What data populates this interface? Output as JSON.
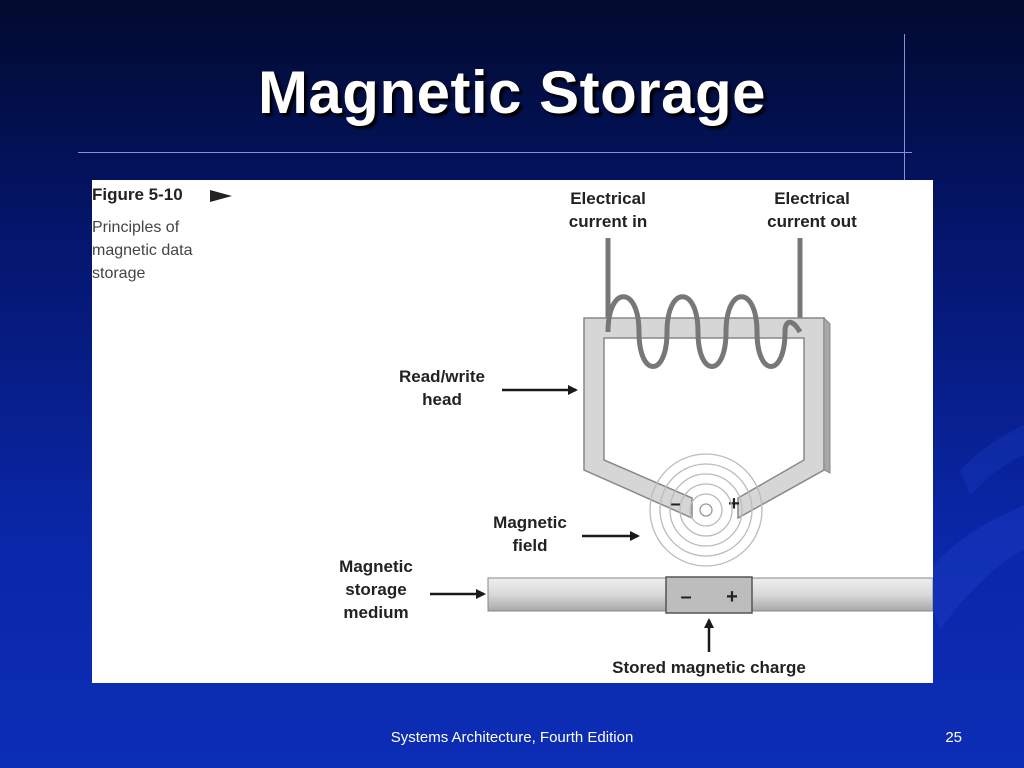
{
  "slide": {
    "title": "Magnetic Storage",
    "footer_text": "Systems Architecture, Fourth Edition",
    "page_number": "25"
  },
  "figure": {
    "number": "Figure 5-10",
    "caption_lines": [
      "Principles of",
      "magnetic data",
      "storage"
    ],
    "labels": {
      "current_in": [
        "Electrical",
        "current in"
      ],
      "current_out": [
        "Electrical",
        "current out"
      ],
      "read_write_head": [
        "Read/write",
        "head"
      ],
      "magnetic_field": [
        "Magnetic",
        "field"
      ],
      "storage_medium": [
        "Magnetic",
        "storage",
        "medium"
      ],
      "stored_charge": "Stored magnetic charge"
    },
    "head_polarity": {
      "minus": "–",
      "plus": "+"
    },
    "medium_polarity": {
      "minus": "–",
      "plus": "+"
    }
  },
  "colors": {
    "background_top": "#020a2e",
    "background_bottom": "#0c2db6",
    "title_text": "#ffffff",
    "rule_line": "#8b8fd6",
    "figure_background": "#ffffff",
    "head_fill": "#d6d6d6",
    "coil": "#777777",
    "figure_text": "#222222"
  }
}
